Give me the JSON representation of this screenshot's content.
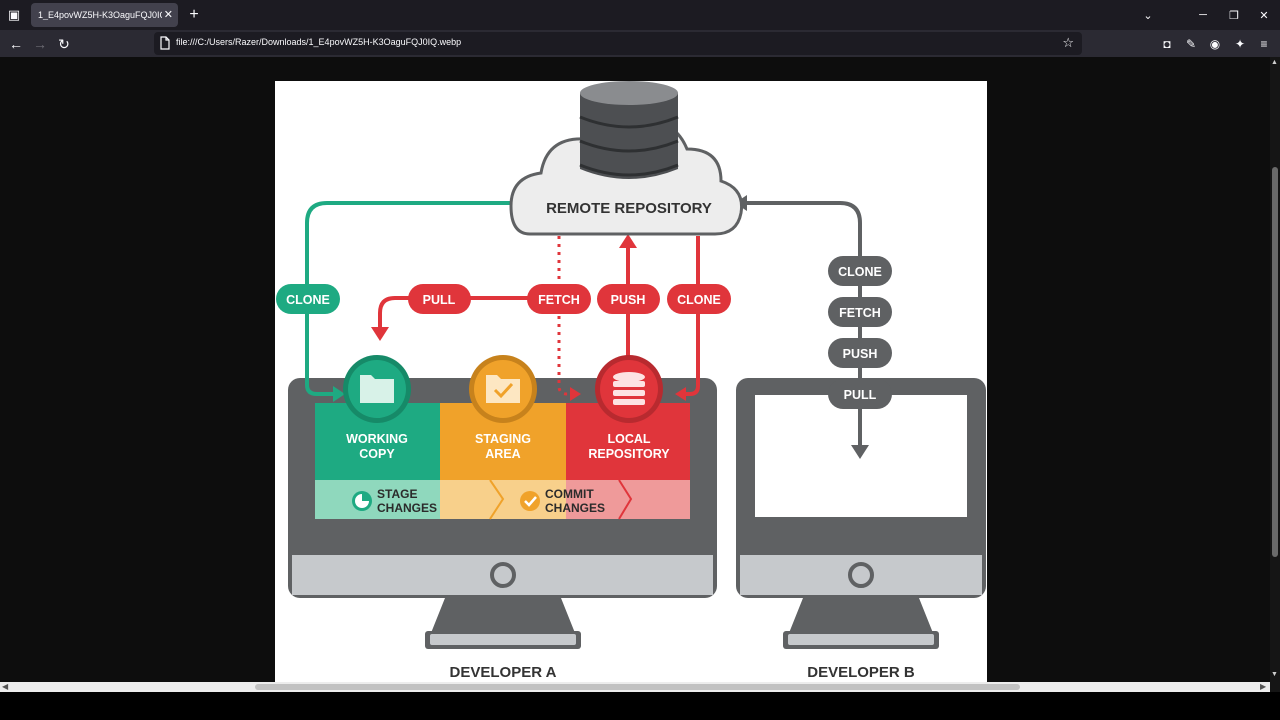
{
  "browser": {
    "tab": {
      "title": "1_E4povWZ5H-K3OaguFQJ0IQ.webp",
      "close": "✕"
    },
    "new_tab": "+",
    "url": "file:///C:/Users/Razer/Downloads/1_E4povWZ5H-K3OaguFQJ0IQ.webp",
    "nav": {
      "back": "←",
      "forward": "→",
      "reload": "↻"
    },
    "window": {
      "list_tabs": "⌄",
      "minimize": "─",
      "restore": "❐",
      "close": "✕"
    },
    "tab_list": "▣",
    "bookmark_star": "☆",
    "toolbar": {
      "pocket": "◘",
      "tools": "✎",
      "account": "◉",
      "extensions": "✦",
      "menu": "≡"
    }
  },
  "diagram": {
    "remote_repository": "REMOTE REPOSITORY",
    "clone_left": "CLONE",
    "pull": "PULL",
    "fetch": "FETCH",
    "push": "PUSH",
    "clone_right": "CLONE",
    "dev_b_ops": [
      "CLONE",
      "FETCH",
      "PUSH",
      "PULL"
    ],
    "working_copy": [
      "WORKING",
      "COPY"
    ],
    "staging_area": [
      "STAGING",
      "AREA"
    ],
    "local_repository": [
      "LOCAL",
      "REPOSITORY"
    ],
    "stage_changes": [
      "STAGE",
      "CHANGES"
    ],
    "commit_changes": [
      "COMMIT",
      "CHANGES"
    ],
    "developer_a": "DEVELOPER A",
    "developer_b": "DEVELOPER B",
    "colors": {
      "green": "#1eaa82",
      "green_light": "#8fd8bd",
      "orange": "#f0a22a",
      "orange_light": "#f8d08b",
      "red": "#e0353b",
      "red_light": "#ef9a9a",
      "gray": "#5f6163",
      "gray_light": "#c6c9cc"
    }
  }
}
